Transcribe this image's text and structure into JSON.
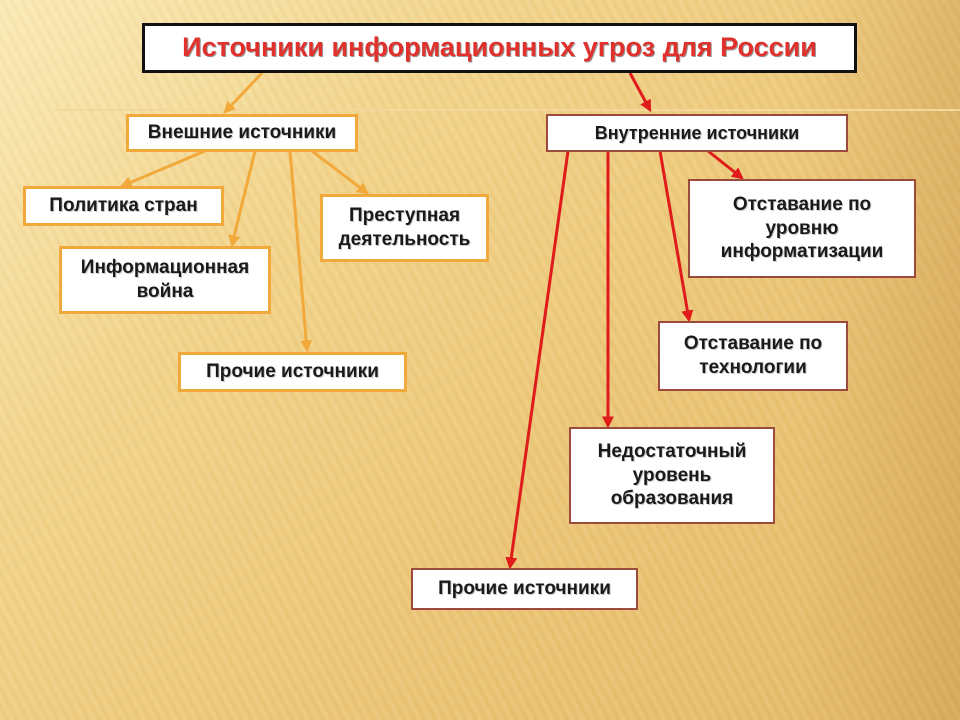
{
  "title": "Источники информационных угроз для России",
  "external": {
    "label": "Внешние источники",
    "items": {
      "politics": "Политика стран",
      "info_war_line1": "Информационная",
      "info_war_line2": "война",
      "criminal_line1": "Преступная",
      "criminal_line2": "деятельность",
      "other": "Прочие источники"
    }
  },
  "internal": {
    "label": "Внутренние источники",
    "items": {
      "informatization_line1": "Отставание по",
      "informatization_line2": "уровню",
      "informatization_line3": "информатизации",
      "technology_line1": "Отставание по",
      "technology_line2": "технологии",
      "education_line1": "Недостаточный",
      "education_line2": "уровень",
      "education_line3": "образования",
      "other": "Прочие источники"
    }
  },
  "colors": {
    "title_text": "#e0312c",
    "external_connector": "#f2a93b",
    "internal_connector": "#e01b1b",
    "external_border": "#f2a93b",
    "internal_border": "#9b4a3c"
  }
}
